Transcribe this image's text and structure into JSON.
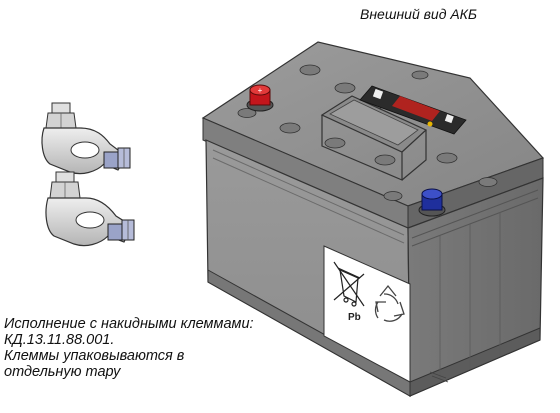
{
  "header": {
    "title": "Внешний вид АКБ"
  },
  "caption": {
    "lines": [
      "Исполнение с накидными клеммами:",
      "КД.13.11.88.001.",
      "Клеммы упаковываются в",
      "отдельную тару"
    ]
  },
  "label": {
    "pb_text": "Pb"
  },
  "colors": {
    "battery_gray": "#8a8a8a",
    "battery_dark": "#6e6e6e",
    "battery_light": "#a3a3a3",
    "positive_terminal": "#c4161c",
    "negative_terminal": "#1f2f9c",
    "clamp_metal": "#cfcfcf",
    "bolt_blue": "#9aa3c8"
  },
  "icons": {
    "recycle": "recycle-icon",
    "crossed_bin": "crossed-bin-icon"
  }
}
